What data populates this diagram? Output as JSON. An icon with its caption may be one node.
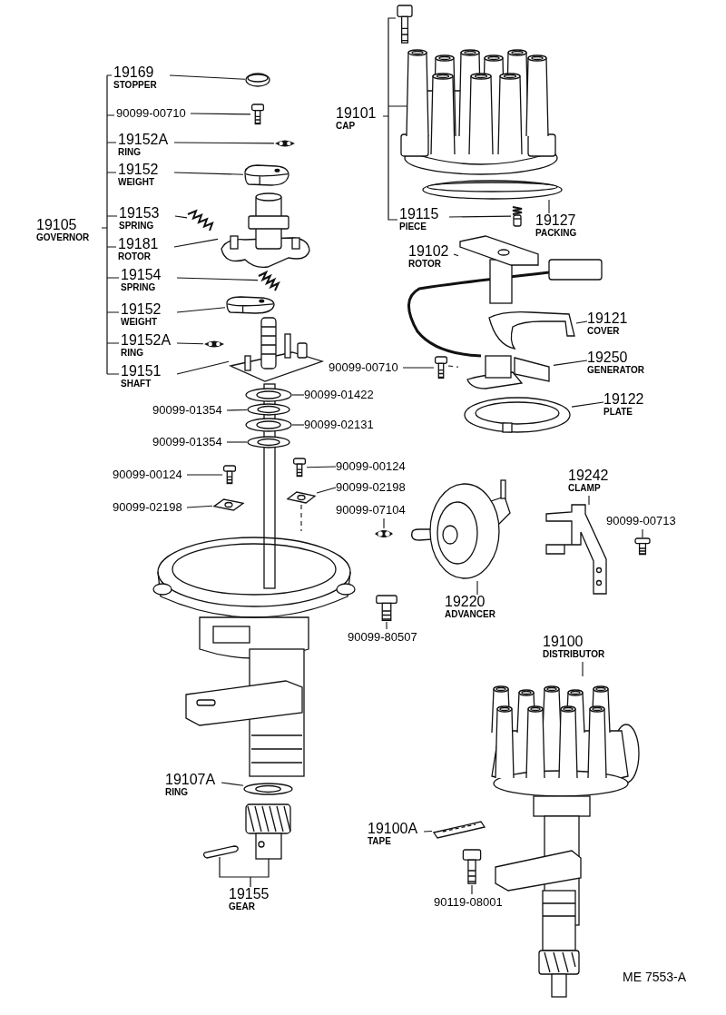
{
  "diagram": {
    "nodes": [
      {
        "text": [
          "19169",
          "STOPPER"
        ]
      },
      {
        "text": [
          "90099-00710"
        ]
      },
      {
        "text": [
          "19152A",
          "RING"
        ]
      },
      {
        "text": [
          "19152",
          "WEIGHT"
        ]
      },
      {
        "text": [
          "19153",
          "SPRING"
        ]
      },
      {
        "text": [
          "19181",
          "ROTOR"
        ]
      },
      {
        "text": [
          "19154",
          "SPRING"
        ]
      },
      {
        "text": [
          "19152",
          "WEIGHT"
        ]
      },
      {
        "text": [
          "19152A",
          "RING"
        ]
      },
      {
        "text": [
          "19151",
          "SHAFT"
        ]
      },
      {
        "text": [
          "19105",
          "GOVERNOR"
        ]
      },
      {
        "text": [
          "90099-01422"
        ]
      },
      {
        "text": [
          "90099-01354"
        ]
      },
      {
        "text": [
          "90099-02131"
        ]
      },
      {
        "text": [
          "90099-01354"
        ]
      },
      {
        "text": [
          "90099-00124"
        ]
      },
      {
        "text": [
          "90099-00124"
        ]
      },
      {
        "text": [
          "90099-02198"
        ]
      },
      {
        "text": [
          "90099-02198"
        ]
      },
      {
        "text": [
          "90099-07104"
        ]
      },
      {
        "text": [
          "90099-80507"
        ]
      },
      {
        "text": [
          "19220",
          "ADVANCER"
        ]
      },
      {
        "text": [
          "19242",
          "CLAMP"
        ]
      },
      {
        "text": [
          "90099-00713"
        ]
      },
      {
        "text": [
          "19101",
          "CAP"
        ]
      },
      {
        "text": [
          "19115",
          "PIECE"
        ]
      },
      {
        "text": [
          "19127",
          "PACKING"
        ]
      },
      {
        "text": [
          "19102",
          "ROTOR"
        ]
      },
      {
        "text": [
          "19121",
          "COVER"
        ]
      },
      {
        "text": [
          "19250",
          "GENERATOR"
        ]
      },
      {
        "text": [
          "90099-00710"
        ]
      },
      {
        "text": [
          "19122",
          "PLATE"
        ]
      },
      {
        "text": [
          "19100",
          "DISTRIBUTOR"
        ]
      },
      {
        "text": [
          "19107A",
          "RING"
        ]
      },
      {
        "text": [
          "19155",
          "GEAR"
        ]
      },
      {
        "text": [
          "19100A",
          "TAPE"
        ]
      },
      {
        "text": [
          "90119-08001"
        ]
      },
      {
        "text": [],
        "shape": "picture"
      },
      {
        "text": [],
        "shape": "picture"
      },
      {
        "text": [],
        "shape": "picture"
      },
      {
        "text": [],
        "shape": "picture"
      },
      {
        "text": [],
        "shape": "picture"
      },
      {
        "text": [],
        "shape": "picture"
      },
      {
        "text": [],
        "shape": "picture"
      },
      {
        "text": [],
        "shape": "picture"
      },
      {
        "text": [],
        "shape": "picture"
      },
      {
        "text": [],
        "shape": "picture"
      },
      {
        "text": [],
        "shape": "picture"
      },
      {
        "text": [],
        "shape": "picture"
      },
      {
        "text": [],
        "shape": "picture"
      },
      {
        "text": [],
        "shape": "picture"
      },
      {
        "text": [],
        "shape": "picture"
      },
      {
        "text": [],
        "shape": "picture"
      },
      {
        "text": [],
        "shape": "picture"
      },
      {
        "text": [],
        "shape": "picture"
      },
      {
        "text": [],
        "shape": "picture"
      },
      {
        "text": [],
        "shape": "picture"
      },
      {
        "text": [],
        "shape": "picture"
      },
      {
        "text": [],
        "shape": "picture"
      },
      {
        "text": [],
        "shape": "picture"
      },
      {
        "text": [],
        "shape": "picture"
      },
      {
        "text": [],
        "shape": "picture"
      },
      {
        "text": [],
        "shape": "picture"
      },
      {
        "text": [],
        "shape": "picture"
      },
      {
        "text": [],
        "shape": "picture"
      },
      {
        "text": [],
        "shape": "picture"
      },
      {
        "text": [],
        "shape": "picture"
      },
      {
        "text": [],
        "shape": "picture"
      },
      {
        "text": [],
        "shape": "picture"
      },
      {
        "text": [],
        "shape": "picture"
      },
      {
        "text": [],
        "shape": "picture"
      },
      {
        "text": [],
        "shape": "picture"
      },
      {
        "text": [],
        "shape": "picture"
      },
      {
        "text": [],
        "shape": "picture"
      },
      {
        "text": [],
        "shape": "picture"
      },
      {
        "text": [],
        "shape": "picture"
      }
    ],
    "edges": [
      {
        "from": 0,
        "to": 37,
        "arrow": "none"
      },
      {
        "from": 1,
        "to": 38,
        "arrow": "none"
      },
      {
        "from": 2,
        "to": 39,
        "arrow": "none"
      },
      {
        "from": 3,
        "to": 40,
        "arrow": "none"
      },
      {
        "from": 4,
        "to": 41,
        "arrow": "none"
      },
      {
        "from": 5,
        "to": 42,
        "arrow": "none"
      },
      {
        "from": 6,
        "to": 43,
        "arrow": "none"
      },
      {
        "from": 7,
        "to": 44,
        "arrow": "none"
      },
      {
        "from": 8,
        "to": 45,
        "arrow": "none"
      },
      {
        "from": 9,
        "to": 46,
        "arrow": "none"
      },
      {
        "from": 11,
        "to": 47,
        "arrow": "none"
      },
      {
        "from": 12,
        "to": 48,
        "arrow": "none"
      },
      {
        "from": 13,
        "to": 49,
        "arrow": "none"
      },
      {
        "from": 14,
        "to": 50,
        "arrow": "none"
      },
      {
        "from": 15,
        "to": 51,
        "arrow": "none"
      },
      {
        "from": 16,
        "to": 52,
        "arrow": "none"
      },
      {
        "from": 17,
        "to": 53,
        "arrow": "none"
      },
      {
        "from": 18,
        "to": 54,
        "arrow": "none"
      },
      {
        "from": 19,
        "to": 55,
        "arrow": "none"
      },
      {
        "from": 20,
        "to": 56,
        "arrow": "none"
      },
      {
        "from": 21,
        "to": 57,
        "arrow": "none"
      },
      {
        "from": 22,
        "to": 58,
        "arrow": "none"
      },
      {
        "from": 23,
        "to": 59,
        "arrow": "none"
      },
      {
        "from": 25,
        "to": 62,
        "arrow": "none"
      },
      {
        "from": 26,
        "to": 63,
        "arrow": "none"
      },
      {
        "from": 27,
        "to": 64,
        "arrow": "none"
      },
      {
        "from": 28,
        "to": 65,
        "arrow": "none"
      },
      {
        "from": 29,
        "to": 66,
        "arrow": "none"
      },
      {
        "from": 30,
        "to": 67,
        "arrow": "none"
      },
      {
        "from": 31,
        "to": 68,
        "arrow": "none"
      },
      {
        "from": 32,
        "to": 75,
        "arrow": "none"
      },
      {
        "from": 33,
        "to": 70,
        "arrow": "none"
      },
      {
        "from": 35,
        "to": 73,
        "arrow": "none"
      },
      {
        "from": 36,
        "to": 74,
        "arrow": "none"
      },
      {
        "from": 67,
        "to": 66,
        "arrow": "none",
        "style": "dashed"
      },
      {
        "from": 54,
        "to": 69,
        "arrow": "none",
        "style": "dashed"
      }
    ],
    "labels": [
      "ME 7553-A"
    ]
  }
}
